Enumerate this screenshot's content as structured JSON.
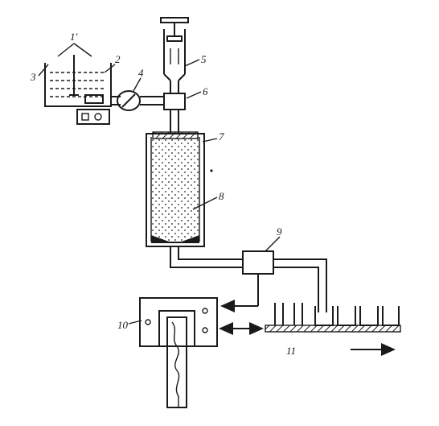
{
  "labels": {
    "l1": "1'",
    "l2": "2",
    "l3": "3",
    "l4": "4",
    "l5": "5",
    "l6": "6",
    "l7": "7",
    "l8": "8",
    "l9": "9",
    "l10": "10",
    "l11": "11"
  },
  "colors": {
    "ink": "#1a1a1a",
    "background": "#ffffff"
  }
}
